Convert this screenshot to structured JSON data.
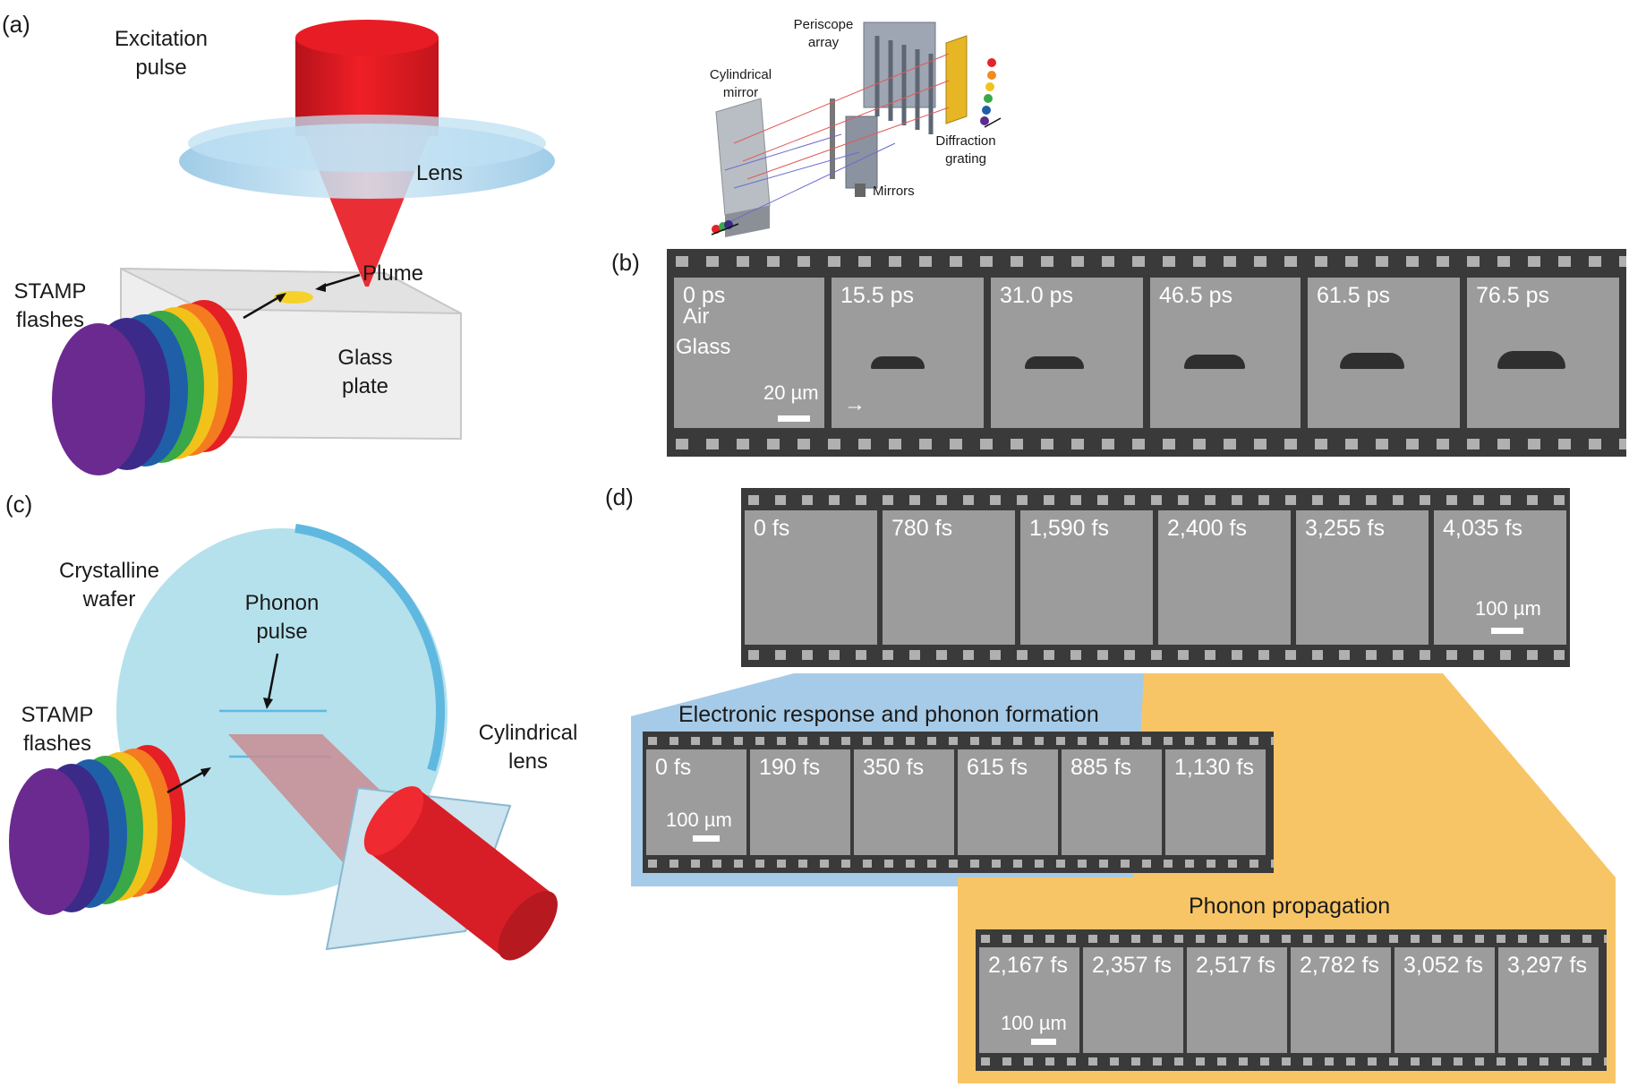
{
  "panel_a": {
    "tag": "(a)",
    "excitation": [
      "Excitation",
      "pulse"
    ],
    "lens": "Lens",
    "plume": "Plume",
    "stamp": [
      "STAMP",
      "flashes"
    ],
    "glass": [
      "Glass",
      "plate"
    ]
  },
  "inset": {
    "periscope": [
      "Periscope",
      "array"
    ],
    "cyl_mirror": [
      "Cylindrical",
      "mirror"
    ],
    "diffraction": [
      "Diffraction",
      "grating"
    ],
    "mirrors": "Mirrors"
  },
  "panel_b": {
    "tag": "(b)",
    "frames": [
      "0 ps",
      "15.5 ps",
      "31.0 ps",
      "46.5 ps",
      "61.5 ps",
      "76.5 ps"
    ],
    "air": "Air",
    "glass": "Glass",
    "scale": "20 µm"
  },
  "panel_c": {
    "tag": "(c)",
    "wafer": [
      "Crystalline",
      "wafer"
    ],
    "phonon": [
      "Phonon",
      "pulse"
    ],
    "stamp": [
      "STAMP",
      "flashes"
    ],
    "cyl_lens": [
      "Cylindrical",
      "lens"
    ]
  },
  "panel_d": {
    "tag": "(d)",
    "top_frames": [
      "0 fs",
      "780 fs",
      "1,590 fs",
      "2,400 fs",
      "3,255 fs",
      "4,035 fs"
    ],
    "top_scale": "100 µm",
    "electronic_title": "Electronic response and phonon formation",
    "electronic_frames": [
      "0 fs",
      "190 fs",
      "350 fs",
      "615 fs",
      "885 fs",
      "1,130 fs"
    ],
    "electronic_scale": "100 µm",
    "propagation_title": "Phonon propagation",
    "propagation_frames": [
      "2,167 fs",
      "2,357 fs",
      "2,517 fs",
      "2,782 fs",
      "3,052 fs",
      "3,297 fs"
    ],
    "propagation_scale": "100 µm"
  }
}
